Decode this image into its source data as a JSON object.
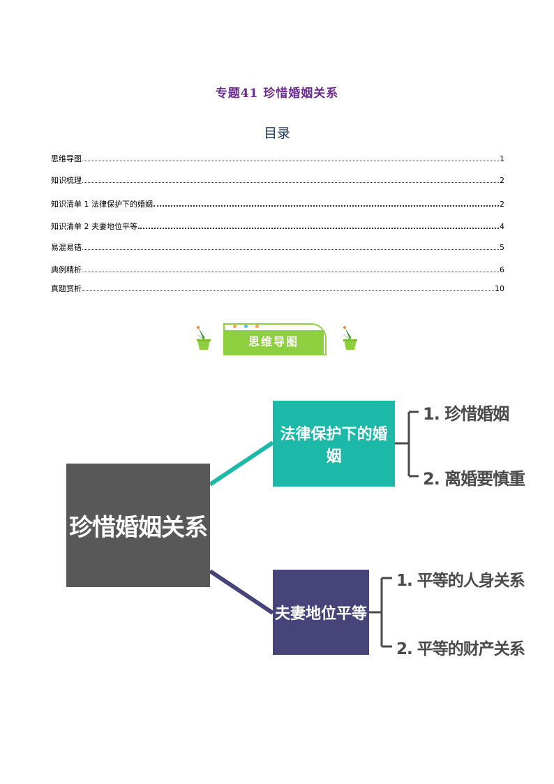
{
  "document": {
    "title": "专题41  珍惜婚姻关系"
  },
  "toc": {
    "heading": "目录",
    "items": [
      {
        "label": "思维导图",
        "page": "1"
      },
      {
        "label": "知识梳理",
        "page": "2"
      },
      {
        "label": "知识清单 1 法律保护下的婚姻",
        "page": "2"
      },
      {
        "label": "知识清单 2  夫妻地位平等",
        "page": "4"
      },
      {
        "label": "易混易错",
        "page": "5"
      },
      {
        "label": "典例精析",
        "page": "6"
      },
      {
        "label": "真题赏析",
        "page": "10"
      }
    ]
  },
  "banner": {
    "label": "思维导图",
    "icon": "potted-plant-icon",
    "colors": {
      "green": "#8dcf3f",
      "plant": "#3aa03a",
      "pot": "#8dcf3f"
    }
  },
  "mindmap": {
    "root": "珍惜婚姻关系",
    "branches": [
      {
        "label": "法律保护下的婚姻",
        "color": "#1cb8a8",
        "leaves": [
          "1. 珍惜婚姻",
          "2. 离婚要慎重"
        ]
      },
      {
        "label": "夫妻地位平等",
        "color": "#464479",
        "leaves": [
          "1. 平等的人身关系",
          "2. 平等的财产关系"
        ]
      }
    ],
    "root_color": "#585858"
  }
}
